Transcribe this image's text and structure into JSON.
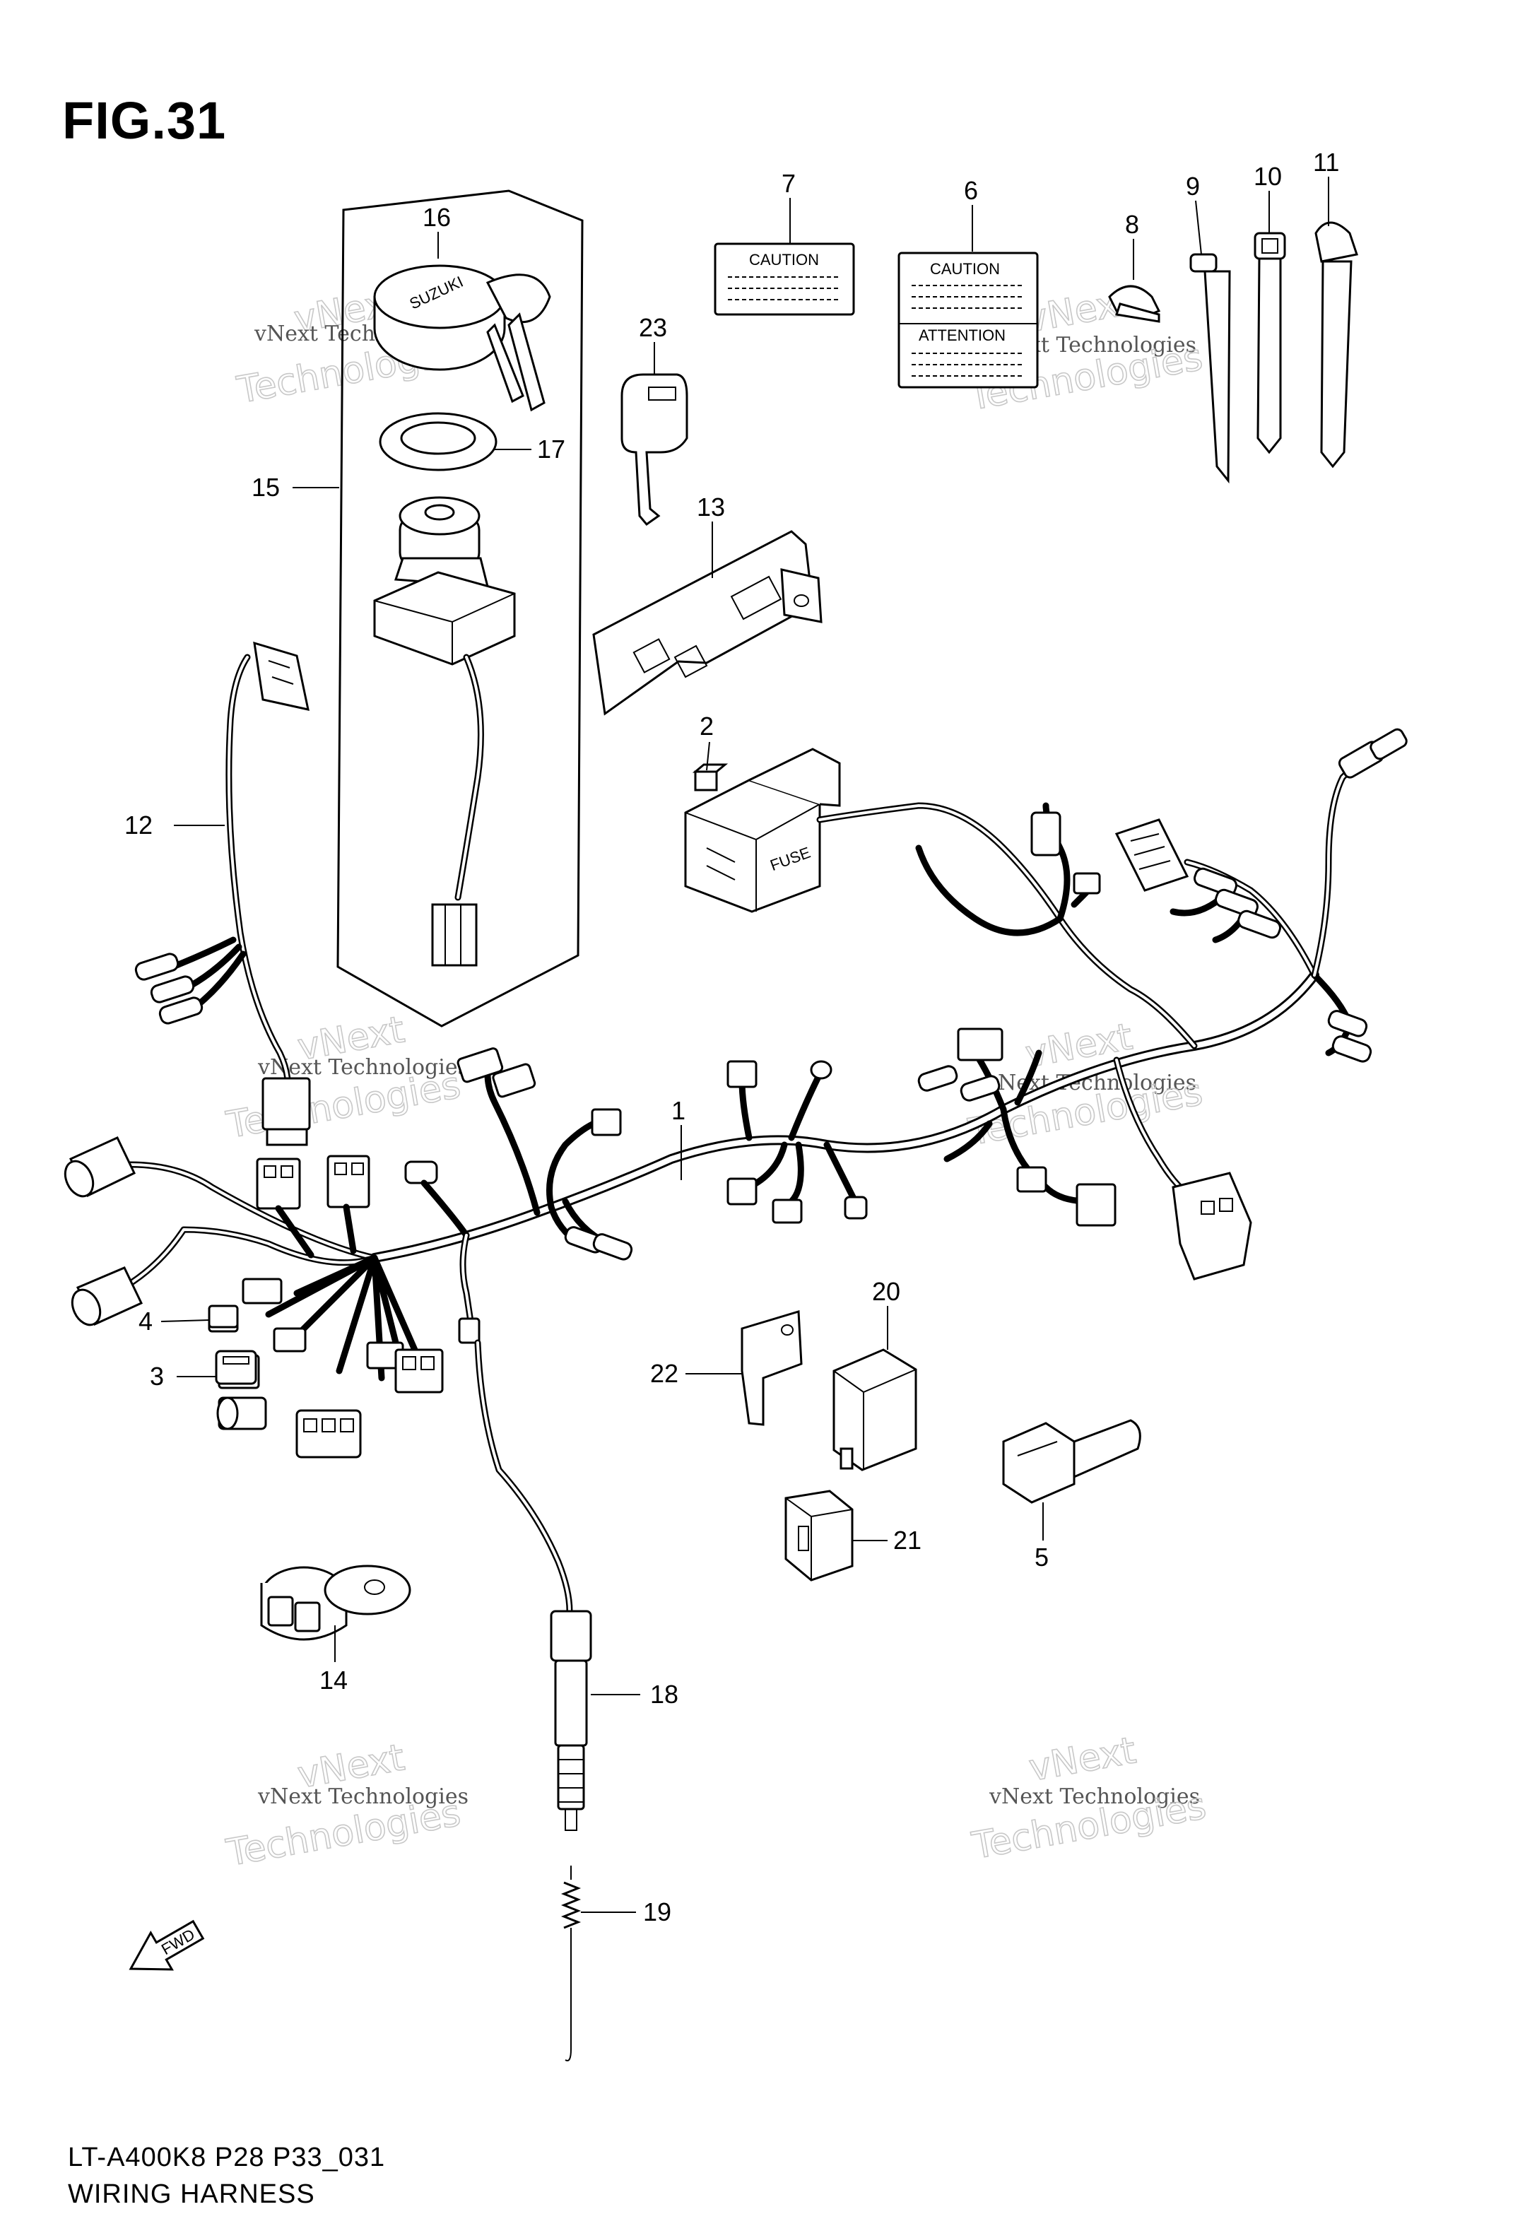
{
  "figure": {
    "title": "FIG.31",
    "model_code": "LT-A400K8 P28 P33_031",
    "caption": "WIRING HARNESS"
  },
  "labels": {
    "caution": "CAUTION",
    "attention": "ATTENTION",
    "fuse": "FUSE",
    "fwd": "FWD",
    "brand": "SUZUKI"
  },
  "callouts": [
    {
      "id": "1",
      "part": "wiring-harness"
    },
    {
      "id": "2",
      "part": "fuse"
    },
    {
      "id": "3",
      "part": "connector-cap"
    },
    {
      "id": "4",
      "part": "connector-small"
    },
    {
      "id": "5",
      "part": "sensor-connector"
    },
    {
      "id": "6",
      "part": "caution-attention-label"
    },
    {
      "id": "7",
      "part": "caution-label"
    },
    {
      "id": "8",
      "part": "clamp"
    },
    {
      "id": "9",
      "part": "cable-tie"
    },
    {
      "id": "10",
      "part": "cable-tie"
    },
    {
      "id": "11",
      "part": "cable-tie"
    },
    {
      "id": "12",
      "part": "sub-harness"
    },
    {
      "id": "13",
      "part": "fuse-box-bracket"
    },
    {
      "id": "14",
      "part": "switch"
    },
    {
      "id": "15",
      "part": "ignition-switch-assembly"
    },
    {
      "id": "16",
      "part": "key-cover"
    },
    {
      "id": "17",
      "part": "nut"
    },
    {
      "id": "18",
      "part": "sensor"
    },
    {
      "id": "19",
      "part": "spring"
    },
    {
      "id": "20",
      "part": "relay"
    },
    {
      "id": "21",
      "part": "coupler"
    },
    {
      "id": "22",
      "part": "bracket"
    },
    {
      "id": "23",
      "part": "key"
    }
  ],
  "watermarks": [
    {
      "line1": "vNext",
      "line2": "vNext Technologies",
      "line3": "Technologies"
    },
    {
      "line1": "vNext",
      "line2": "vNext Technologies",
      "line3": "Technologies"
    },
    {
      "line1": "vNext",
      "line2": "vNext Technologies",
      "line3": "Technologies"
    },
    {
      "line1": "vNext",
      "line2": "vNext Technologies",
      "line3": "Technologies"
    },
    {
      "line1": "vNext",
      "line2": "vNext Technologies",
      "line3": "Technologies"
    },
    {
      "line1": "vNext",
      "line2": "vNext Technologies",
      "line3": "Technologies"
    }
  ]
}
